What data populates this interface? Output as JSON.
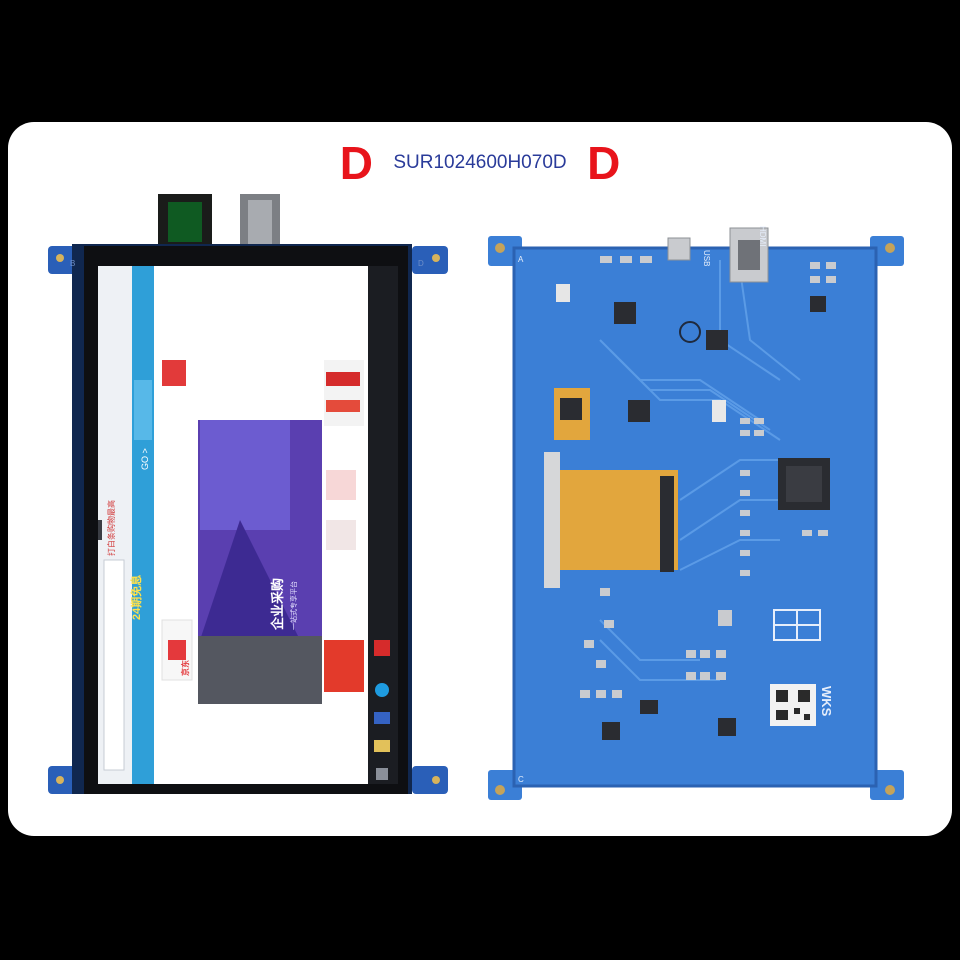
{
  "header": {
    "left_mark": "D",
    "model": "SUR1024600H070D",
    "right_mark": "D"
  },
  "front_panel": {
    "screen_texts": [
      "企业采购",
      "一站式专享平台",
      "24期免息",
      "打白条购物最高",
      "GO >",
      "京东"
    ],
    "colors": {
      "bezel": "#0e0f12",
      "page_bg": "#ffffff",
      "sidebar": "#2f9fd8",
      "banner": "#5a3fb0"
    }
  },
  "back_board": {
    "silk_labels": [
      "HDMI",
      "USB",
      "WKS",
      "A",
      "B",
      "C",
      "D"
    ],
    "colors": {
      "pcb": "#3b7fd6",
      "fpc": "#e2a63d",
      "chip": "#2a2c31"
    }
  }
}
